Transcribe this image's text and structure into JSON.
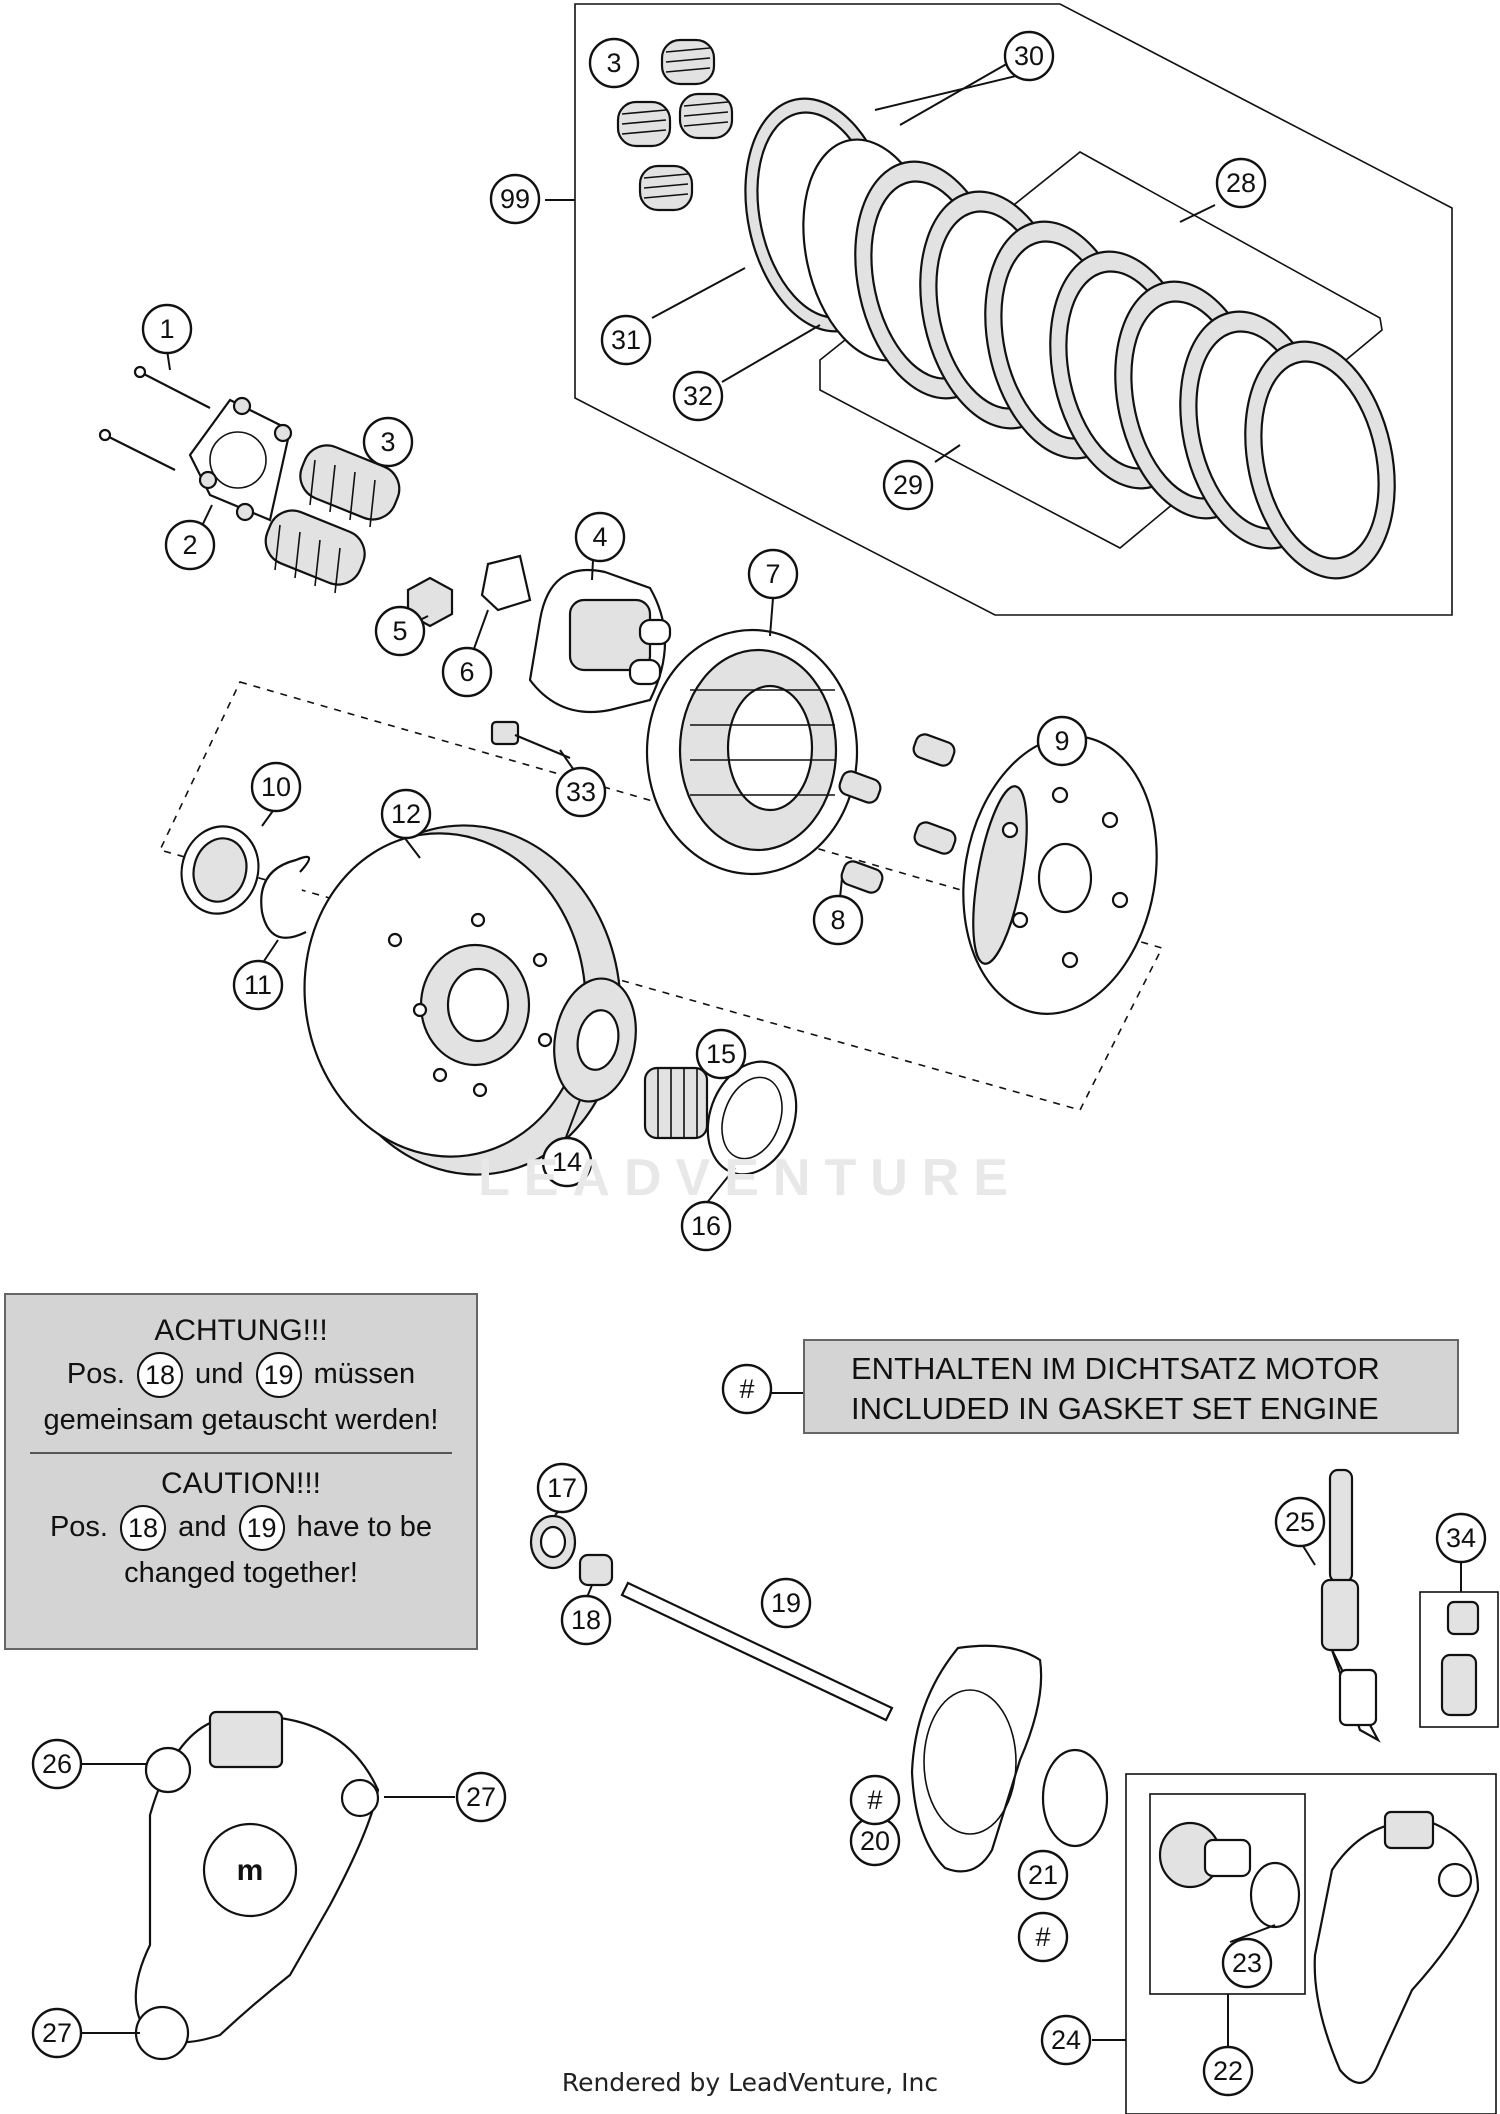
{
  "watermark": "LEADVENTURE",
  "credit": "Rendered by LeadVenture, Inc",
  "callouts": [
    "1",
    "2",
    "3",
    "3",
    "4",
    "5",
    "6",
    "7",
    "8",
    "9",
    "10",
    "11",
    "12",
    "14",
    "15",
    "16",
    "17",
    "18",
    "19",
    "20",
    "21",
    "22",
    "23",
    "24",
    "25",
    "26",
    "27",
    "27",
    "28",
    "29",
    "30",
    "31",
    "32",
    "33",
    "34",
    "99",
    "#",
    "#",
    "#"
  ],
  "warning": {
    "de_title": "ACHTUNG!!!",
    "de_pos": "Pos.",
    "de_and": "und",
    "de_tail1": "müssen",
    "de_line2": "gemeinsam getauscht werden!",
    "en_title": "CAUTION!!!",
    "en_pos": "Pos.",
    "en_and": "and",
    "en_tail1": "have to be",
    "en_line2": "changed together!",
    "part_a": "18",
    "part_b": "19"
  },
  "gasket_note": {
    "symbol": "#",
    "line_de": "ENTHALTEN IM DICHTSATZ MOTOR",
    "line_en": "INCLUDED IN GASKET SET ENGINE"
  }
}
